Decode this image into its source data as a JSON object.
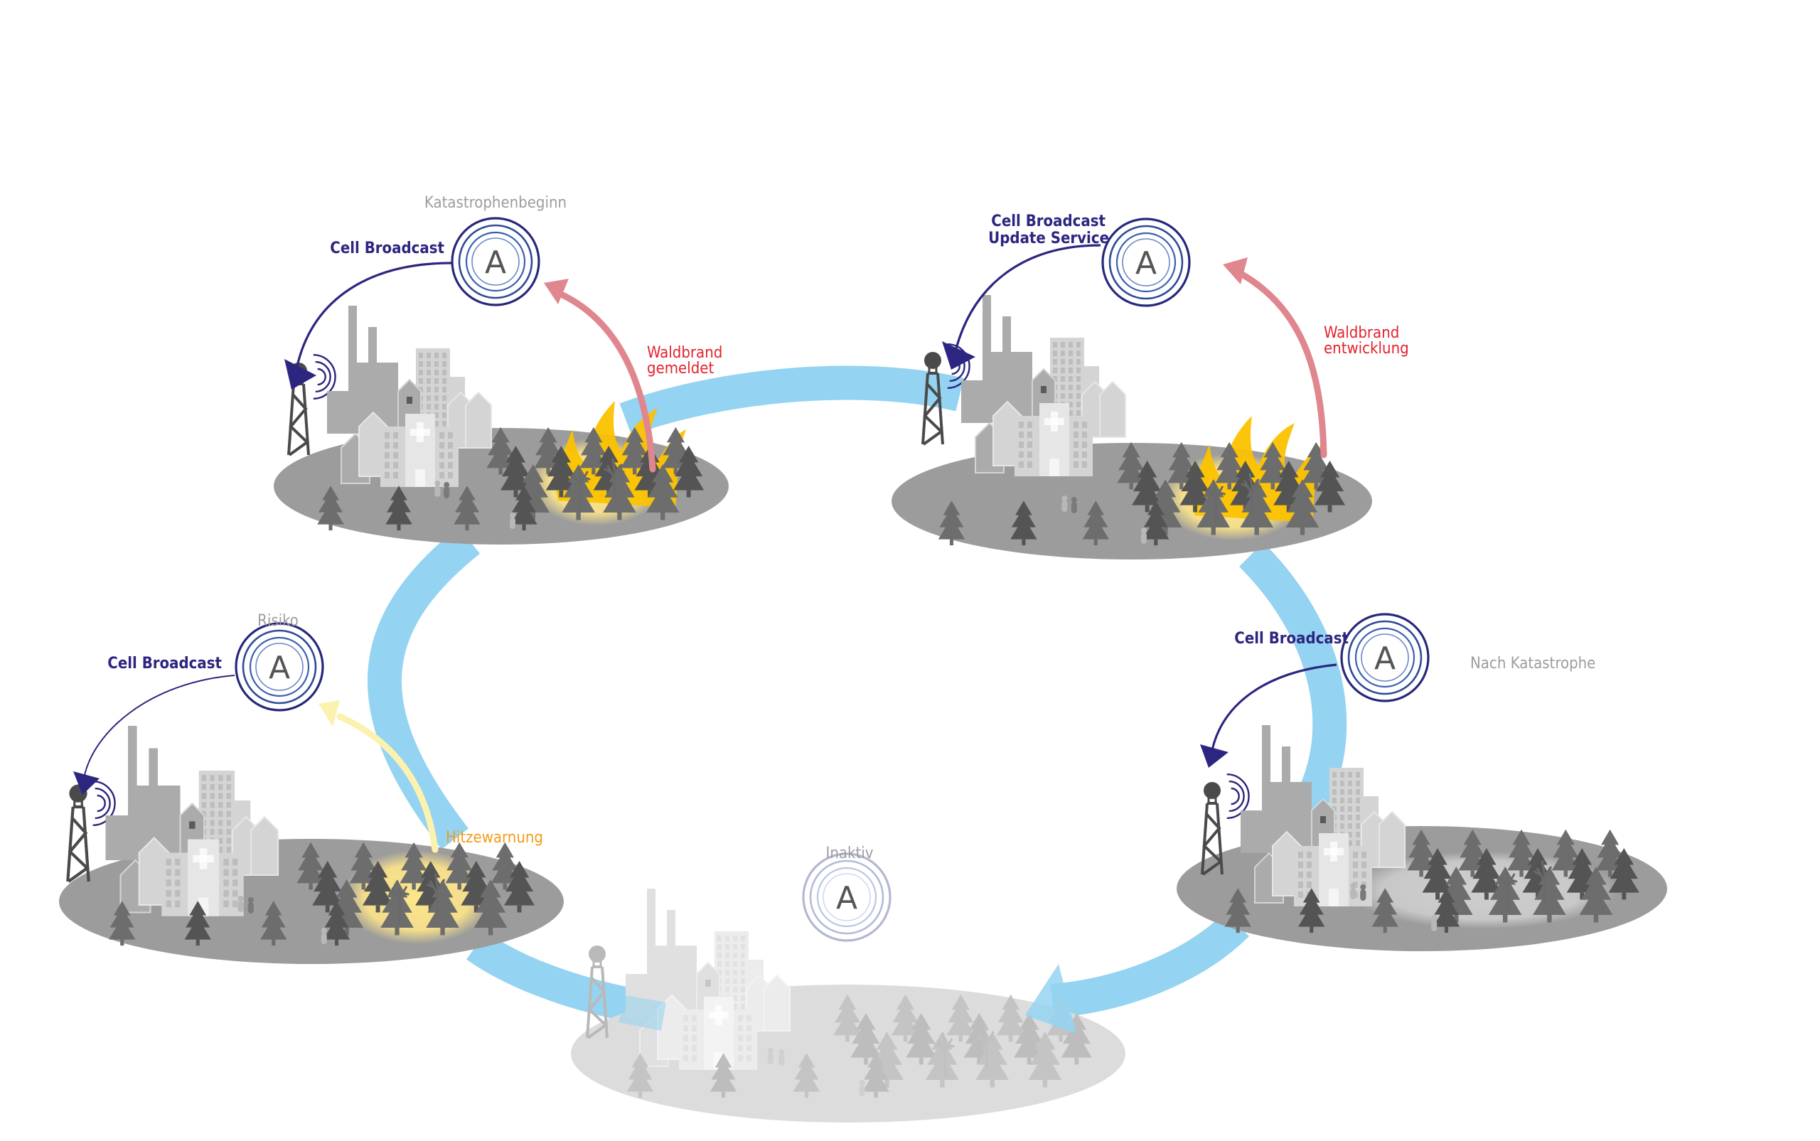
{
  "diagram": {
    "title": "Cell Broadcast Warnzyklus Waldbrand",
    "colors": {
      "cycle_band": "#94d3f1",
      "cell_broadcast": "#2c2680",
      "stage_label": "#9d9d9d",
      "waldbrand_label": "#e2222e",
      "waldbrand_arrow": "#e0868f",
      "hitze_label": "#f39c1a",
      "hitze_arrow": "#fbf2b0",
      "fire": "#fbc200",
      "fire_glow": "#fde58a",
      "island_active": "#9c9c9c",
      "island_inactive": "#dcdcdc"
    },
    "stages": [
      {
        "id": "risiko",
        "label": "Risiko",
        "broadcast_label": "Cell Broadcast",
        "broadcast_label_line2": "",
        "event_label": "Hitzewarnung",
        "event_label_line2": "",
        "event_type": "heat",
        "state": "active",
        "icon_letter": "A"
      },
      {
        "id": "katastrophenbeginn",
        "label": "Katastrophenbeginn",
        "broadcast_label": "Cell Broadcast",
        "broadcast_label_line2": "",
        "event_label": "Waldbrand",
        "event_label_line2": "gemeldet",
        "event_type": "fire",
        "state": "active",
        "icon_letter": "A"
      },
      {
        "id": "update",
        "label": "",
        "broadcast_label": "Cell Broadcast",
        "broadcast_label_line2": "Update Service",
        "event_label": "Waldbrand",
        "event_label_line2": "entwicklung",
        "event_type": "fire",
        "state": "active",
        "icon_letter": "A"
      },
      {
        "id": "nach-katastrophe",
        "label": "Nach Katastrophe",
        "broadcast_label": "Cell Broadcast",
        "broadcast_label_line2": "",
        "event_label": "",
        "event_label_line2": "",
        "event_type": "burnt",
        "state": "active",
        "icon_letter": "A"
      },
      {
        "id": "inaktiv",
        "label": "Inaktiv",
        "broadcast_label": "",
        "broadcast_label_line2": "",
        "event_label": "",
        "event_label_line2": "",
        "event_type": "none",
        "state": "inactive",
        "icon_letter": "A"
      }
    ],
    "cycle_order": [
      "inaktiv",
      "risiko",
      "katastrophenbeginn",
      "update",
      "nach-katastrophe",
      "inaktiv"
    ]
  }
}
